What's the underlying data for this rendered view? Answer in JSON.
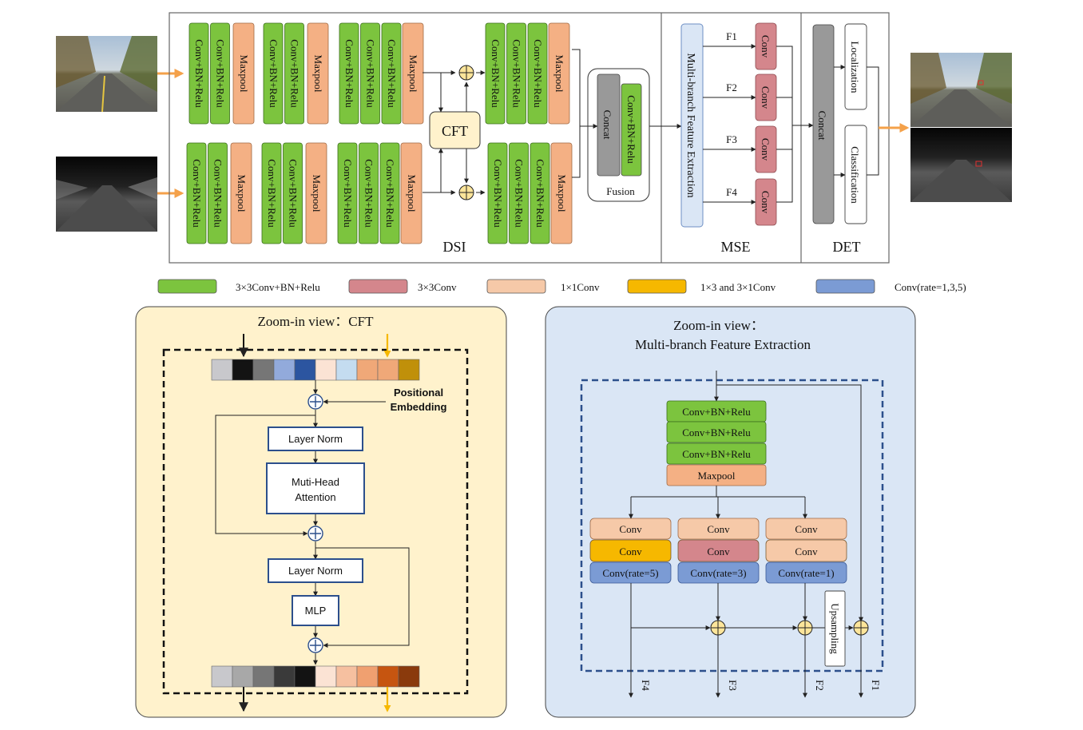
{
  "labels": {
    "conv_bn_relu": "Conv+BN+Relu",
    "maxpool": "Maxpool",
    "conv": "Conv",
    "concat": "Concat",
    "fusion": "Fusion",
    "cft": "CFT",
    "mbfe": "Multi-branch Feature Extraction",
    "localization": "Localization",
    "classification": "Classification",
    "dsi": "DSI",
    "mse": "MSE",
    "det": "DET",
    "f1": "F1",
    "f2": "F2",
    "f3": "F3",
    "f4": "F4"
  },
  "legend": [
    {
      "label": "3×3Conv+BN+Relu",
      "color": "#7cc43e"
    },
    {
      "label": "3×3Conv",
      "color": "#d4868c"
    },
    {
      "label": "1×1Conv",
      "color": "#f6c9a8"
    },
    {
      "label": "1×3 and 3×1Conv",
      "color": "#f6b800"
    },
    {
      "label": "Conv(rate=1,3,5)",
      "color": "#7b9bd4"
    }
  ],
  "cft_zoom": {
    "title": "Zoom-in view：CFT",
    "positional_embedding": [
      "Positional",
      "Embedding"
    ],
    "layer_norm": "Layer Norm",
    "attention": [
      "Muti-Head",
      "Attention"
    ],
    "mlp": "MLP",
    "tokens_in": [
      "#c8c8cc",
      "#131313",
      "#767676",
      "#92aadb",
      "#2c55a0",
      "#fbe3d4",
      "#c4dcf0",
      "#f0a878",
      "#f0a878",
      "#c0900a"
    ],
    "tokens_out": [
      "#c8c8cc",
      "#a8a8a8",
      "#767676",
      "#3a3a3a",
      "#131313",
      "#fbe3d4",
      "#f6c0a0",
      "#f0a070",
      "#c65510",
      "#8a3a0c"
    ]
  },
  "mbfe_zoom": {
    "title": [
      "Zoom-in view：",
      "Multi-branch Feature Extraction"
    ],
    "branches": [
      "Conv(rate=5)",
      "Conv(rate=3)",
      "Conv(rate=1)"
    ],
    "upsampling": "Upsampling"
  },
  "colors": {
    "green": "#7cc43e",
    "salmon": "#f4b084",
    "rose": "#d4868c",
    "peach": "#f6c9a8",
    "yellow": "#f6b800",
    "blue": "#7b9bd4",
    "light_blue": "#dae6f5",
    "cream": "#fff2cc",
    "orange_arrow": "#f4a14a",
    "gray_concat": "#999999",
    "plus_yellow": "#fde59a"
  }
}
